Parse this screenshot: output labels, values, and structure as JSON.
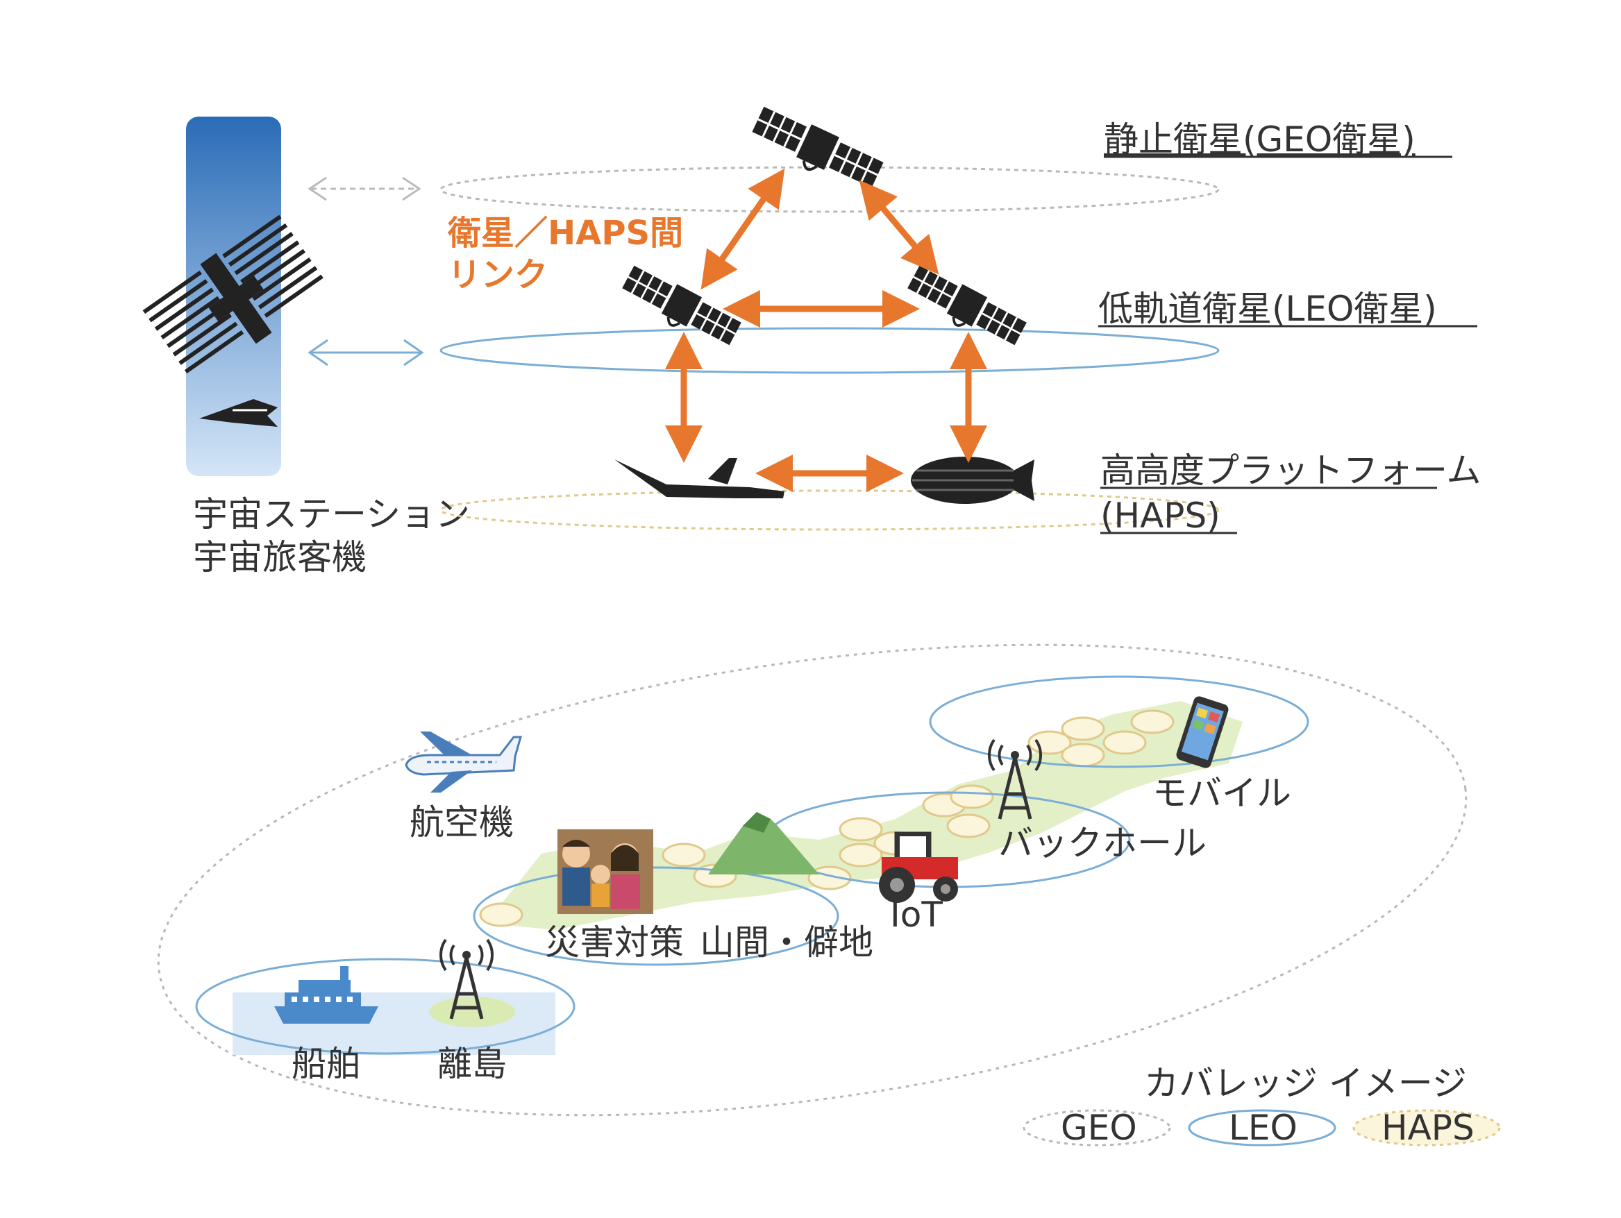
{
  "layers": {
    "geo": "静止衛星(GEO衛星)",
    "leo": "低軌道衛星(LEO衛星)",
    "haps_line1": "高高度プラットフォーム",
    "haps_line2": "(HAPS)"
  },
  "link_label": {
    "line1": "衛星／HAPS間",
    "line2": "リンク"
  },
  "space": {
    "line1": "宇宙ステーション",
    "line2": "宇宙旅客機"
  },
  "coverage": {
    "airplane": "航空機",
    "mobile": "モバイル",
    "backhaul": "バックホール",
    "iot": "IoT",
    "disaster": "災害対策",
    "mountain": "山間・僻地",
    "ship": "船舶",
    "island": "離島"
  },
  "legend": {
    "title": "カバレッジ イメージ",
    "geo": "GEO",
    "leo": "LEO",
    "haps": "HAPS"
  },
  "colors": {
    "accent": "#e8772e",
    "leo": "#7aaed6",
    "haps": "#e0c98a",
    "geo": "#b8b8b8",
    "land": "#e3efc6",
    "space_top": "#2a6cb7",
    "space_bottom": "#cfe1f5"
  }
}
